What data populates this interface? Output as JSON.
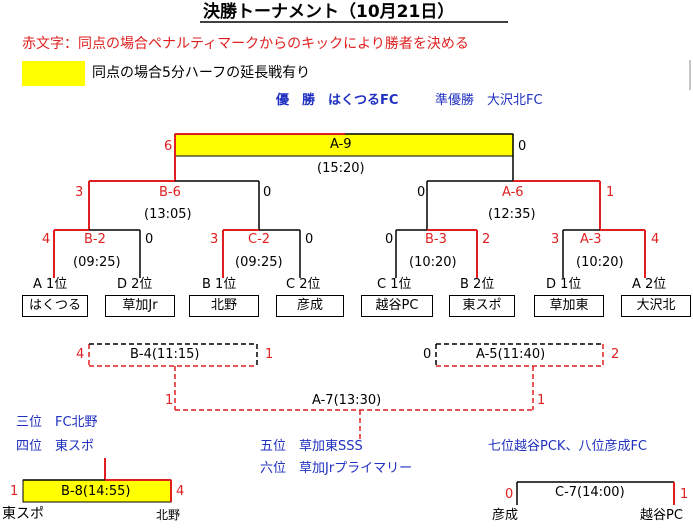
{
  "title": "決勝トーナメント（10月21日）",
  "legend": {
    "red_text_note": "赤文字：同点の場合ペナルティマークからのキックにより勝者を決める",
    "yellow_note": "同点の場合5分ハーフの延長戦有り",
    "yellow_color": "#ffff00"
  },
  "results": {
    "champion": "優　勝　はくつるFC",
    "runner_up": "準優勝　大沢北FC",
    "third": "三位　FC北野",
    "fourth": "四位　東スポ",
    "fifth": "五位　草加東SSS",
    "sixth": "六位　草加Jrプライマリー",
    "seventh_eighth": "七位越谷PCK、八位彦成FC"
  },
  "matches": {
    "a9": {
      "label": "A-9",
      "time": "(15:20)",
      "left": "6",
      "right": "0"
    },
    "b6": {
      "label": "B-6",
      "time": "(13:05)",
      "left": "3",
      "right": "0"
    },
    "a6": {
      "label": "A-6",
      "time": "(12:35)",
      "left": "0",
      "right": "1"
    },
    "b2": {
      "label": "B-2",
      "time": "(09:25)",
      "left": "4",
      "right": "0"
    },
    "c2": {
      "label": "C-2",
      "time": "(09:25)",
      "left": "3",
      "right": "0"
    },
    "b3": {
      "label": "B-3",
      "time": "(10:20)",
      "left": "0",
      "right": "2"
    },
    "a3": {
      "label": "A-3",
      "time": "(10:20)",
      "left": "3",
      "right": "4"
    },
    "b4": {
      "label": "B-4(11:15)",
      "left": "4",
      "right": "1"
    },
    "a5": {
      "label": "A-5(11:40)",
      "left": "0",
      "right": "2"
    },
    "a7": {
      "label": "A-7(13:30)",
      "left": "1",
      "right": "1"
    },
    "b8": {
      "label": "B-8(14:55)",
      "left": "1",
      "right": "4",
      "left_team": "東スポ",
      "right_team": "北野"
    },
    "c7": {
      "label": "C-7(14:00)",
      "left": "0",
      "right": "1",
      "left_team": "彦成",
      "right_team": "越谷PC"
    }
  },
  "seeds": [
    "A 1位",
    "D 2位",
    "B 1位",
    "C 2位",
    "C 1位",
    "B 2位",
    "D 1位",
    "A 2位"
  ],
  "teams": [
    "はくつる",
    "草加Jr",
    "北野",
    "彦成",
    "越谷PC",
    "東スポ",
    "草加東",
    "大沢北"
  ]
}
